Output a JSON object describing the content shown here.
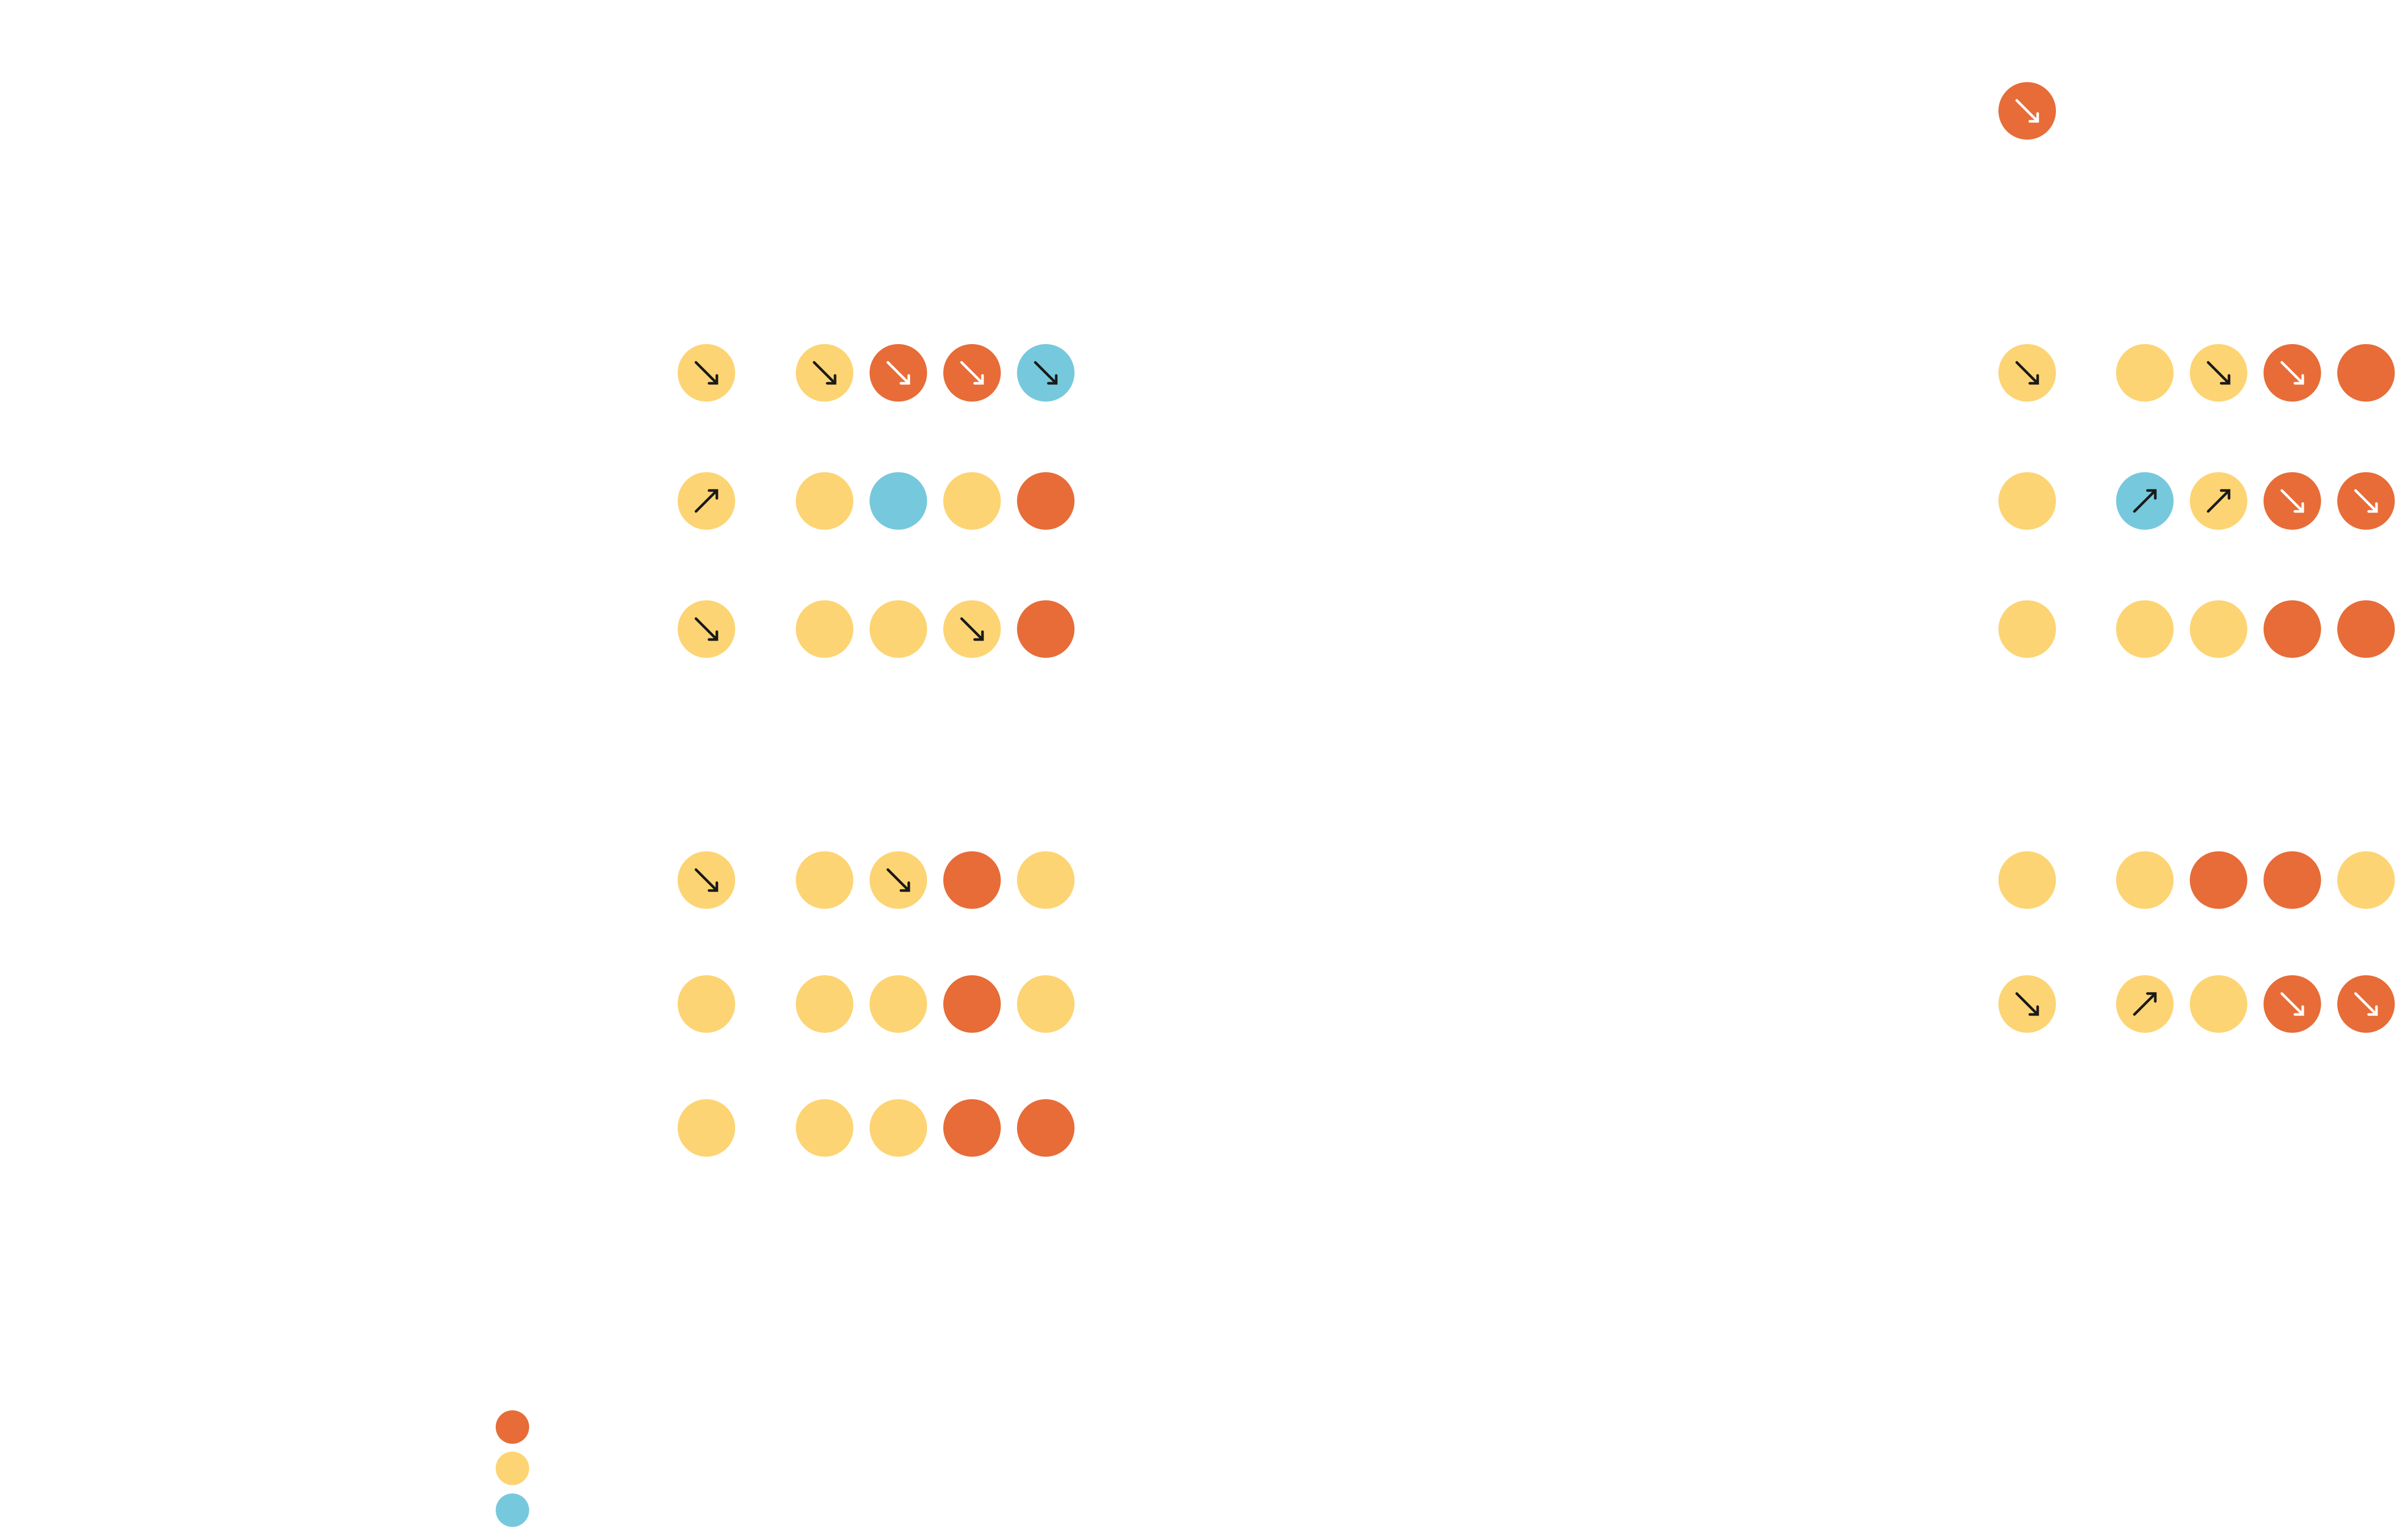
{
  "colors": {
    "orange": "#E76C38",
    "yellow": "#FDD473",
    "blue": "#76C9DC",
    "arrow_dark": "#1a1a1a",
    "arrow_light": "#ffffff"
  },
  "icons": {
    "down": "arrow-down-right-icon",
    "up": "arrow-up-right-icon"
  },
  "legend": [
    {
      "color": "orange"
    },
    {
      "color": "yellow"
    },
    {
      "color": "blue"
    }
  ],
  "groups": [
    {
      "name": "left-top",
      "rows": [
        [
          {
            "color": "yellow",
            "arrow": "down"
          },
          {
            "color": "yellow",
            "arrow": "down"
          },
          {
            "color": "orange",
            "arrow": "down"
          },
          {
            "color": "orange",
            "arrow": "down"
          },
          {
            "color": "blue",
            "arrow": "down"
          }
        ],
        [
          {
            "color": "yellow",
            "arrow": "up"
          },
          {
            "color": "yellow",
            "arrow": ""
          },
          {
            "color": "blue",
            "arrow": ""
          },
          {
            "color": "yellow",
            "arrow": ""
          },
          {
            "color": "orange",
            "arrow": ""
          }
        ],
        [
          {
            "color": "yellow",
            "arrow": "down"
          },
          {
            "color": "yellow",
            "arrow": ""
          },
          {
            "color": "yellow",
            "arrow": ""
          },
          {
            "color": "yellow",
            "arrow": "down"
          },
          {
            "color": "orange",
            "arrow": ""
          }
        ]
      ]
    },
    {
      "name": "left-bottom",
      "rows": [
        [
          {
            "color": "yellow",
            "arrow": "down"
          },
          {
            "color": "yellow",
            "arrow": ""
          },
          {
            "color": "yellow",
            "arrow": "down"
          },
          {
            "color": "orange",
            "arrow": ""
          },
          {
            "color": "yellow",
            "arrow": ""
          }
        ],
        [
          {
            "color": "yellow",
            "arrow": ""
          },
          {
            "color": "yellow",
            "arrow": ""
          },
          {
            "color": "yellow",
            "arrow": ""
          },
          {
            "color": "orange",
            "arrow": ""
          },
          {
            "color": "yellow",
            "arrow": ""
          }
        ],
        [
          {
            "color": "yellow",
            "arrow": ""
          },
          {
            "color": "yellow",
            "arrow": ""
          },
          {
            "color": "yellow",
            "arrow": ""
          },
          {
            "color": "orange",
            "arrow": ""
          },
          {
            "color": "orange",
            "arrow": ""
          }
        ]
      ]
    },
    {
      "name": "right-single",
      "rows": [
        [
          {
            "color": "orange",
            "arrow": "down"
          }
        ]
      ]
    },
    {
      "name": "right-top",
      "rows": [
        [
          {
            "color": "yellow",
            "arrow": "down"
          },
          {
            "color": "yellow",
            "arrow": ""
          },
          {
            "color": "yellow",
            "arrow": "down"
          },
          {
            "color": "orange",
            "arrow": "down"
          },
          {
            "color": "orange",
            "arrow": ""
          }
        ],
        [
          {
            "color": "yellow",
            "arrow": ""
          },
          {
            "color": "blue",
            "arrow": "up"
          },
          {
            "color": "yellow",
            "arrow": "up"
          },
          {
            "color": "orange",
            "arrow": "down"
          },
          {
            "color": "orange",
            "arrow": "down"
          }
        ],
        [
          {
            "color": "yellow",
            "arrow": ""
          },
          {
            "color": "yellow",
            "arrow": ""
          },
          {
            "color": "yellow",
            "arrow": ""
          },
          {
            "color": "orange",
            "arrow": ""
          },
          {
            "color": "orange",
            "arrow": ""
          }
        ]
      ]
    },
    {
      "name": "right-bottom",
      "rows": [
        [
          {
            "color": "yellow",
            "arrow": ""
          },
          {
            "color": "yellow",
            "arrow": ""
          },
          {
            "color": "orange",
            "arrow": ""
          },
          {
            "color": "orange",
            "arrow": ""
          },
          {
            "color": "yellow",
            "arrow": ""
          }
        ],
        [
          {
            "color": "yellow",
            "arrow": "down"
          },
          {
            "color": "yellow",
            "arrow": "up"
          },
          {
            "color": "yellow",
            "arrow": ""
          },
          {
            "color": "orange",
            "arrow": "down"
          },
          {
            "color": "orange",
            "arrow": "down"
          }
        ]
      ]
    }
  ]
}
